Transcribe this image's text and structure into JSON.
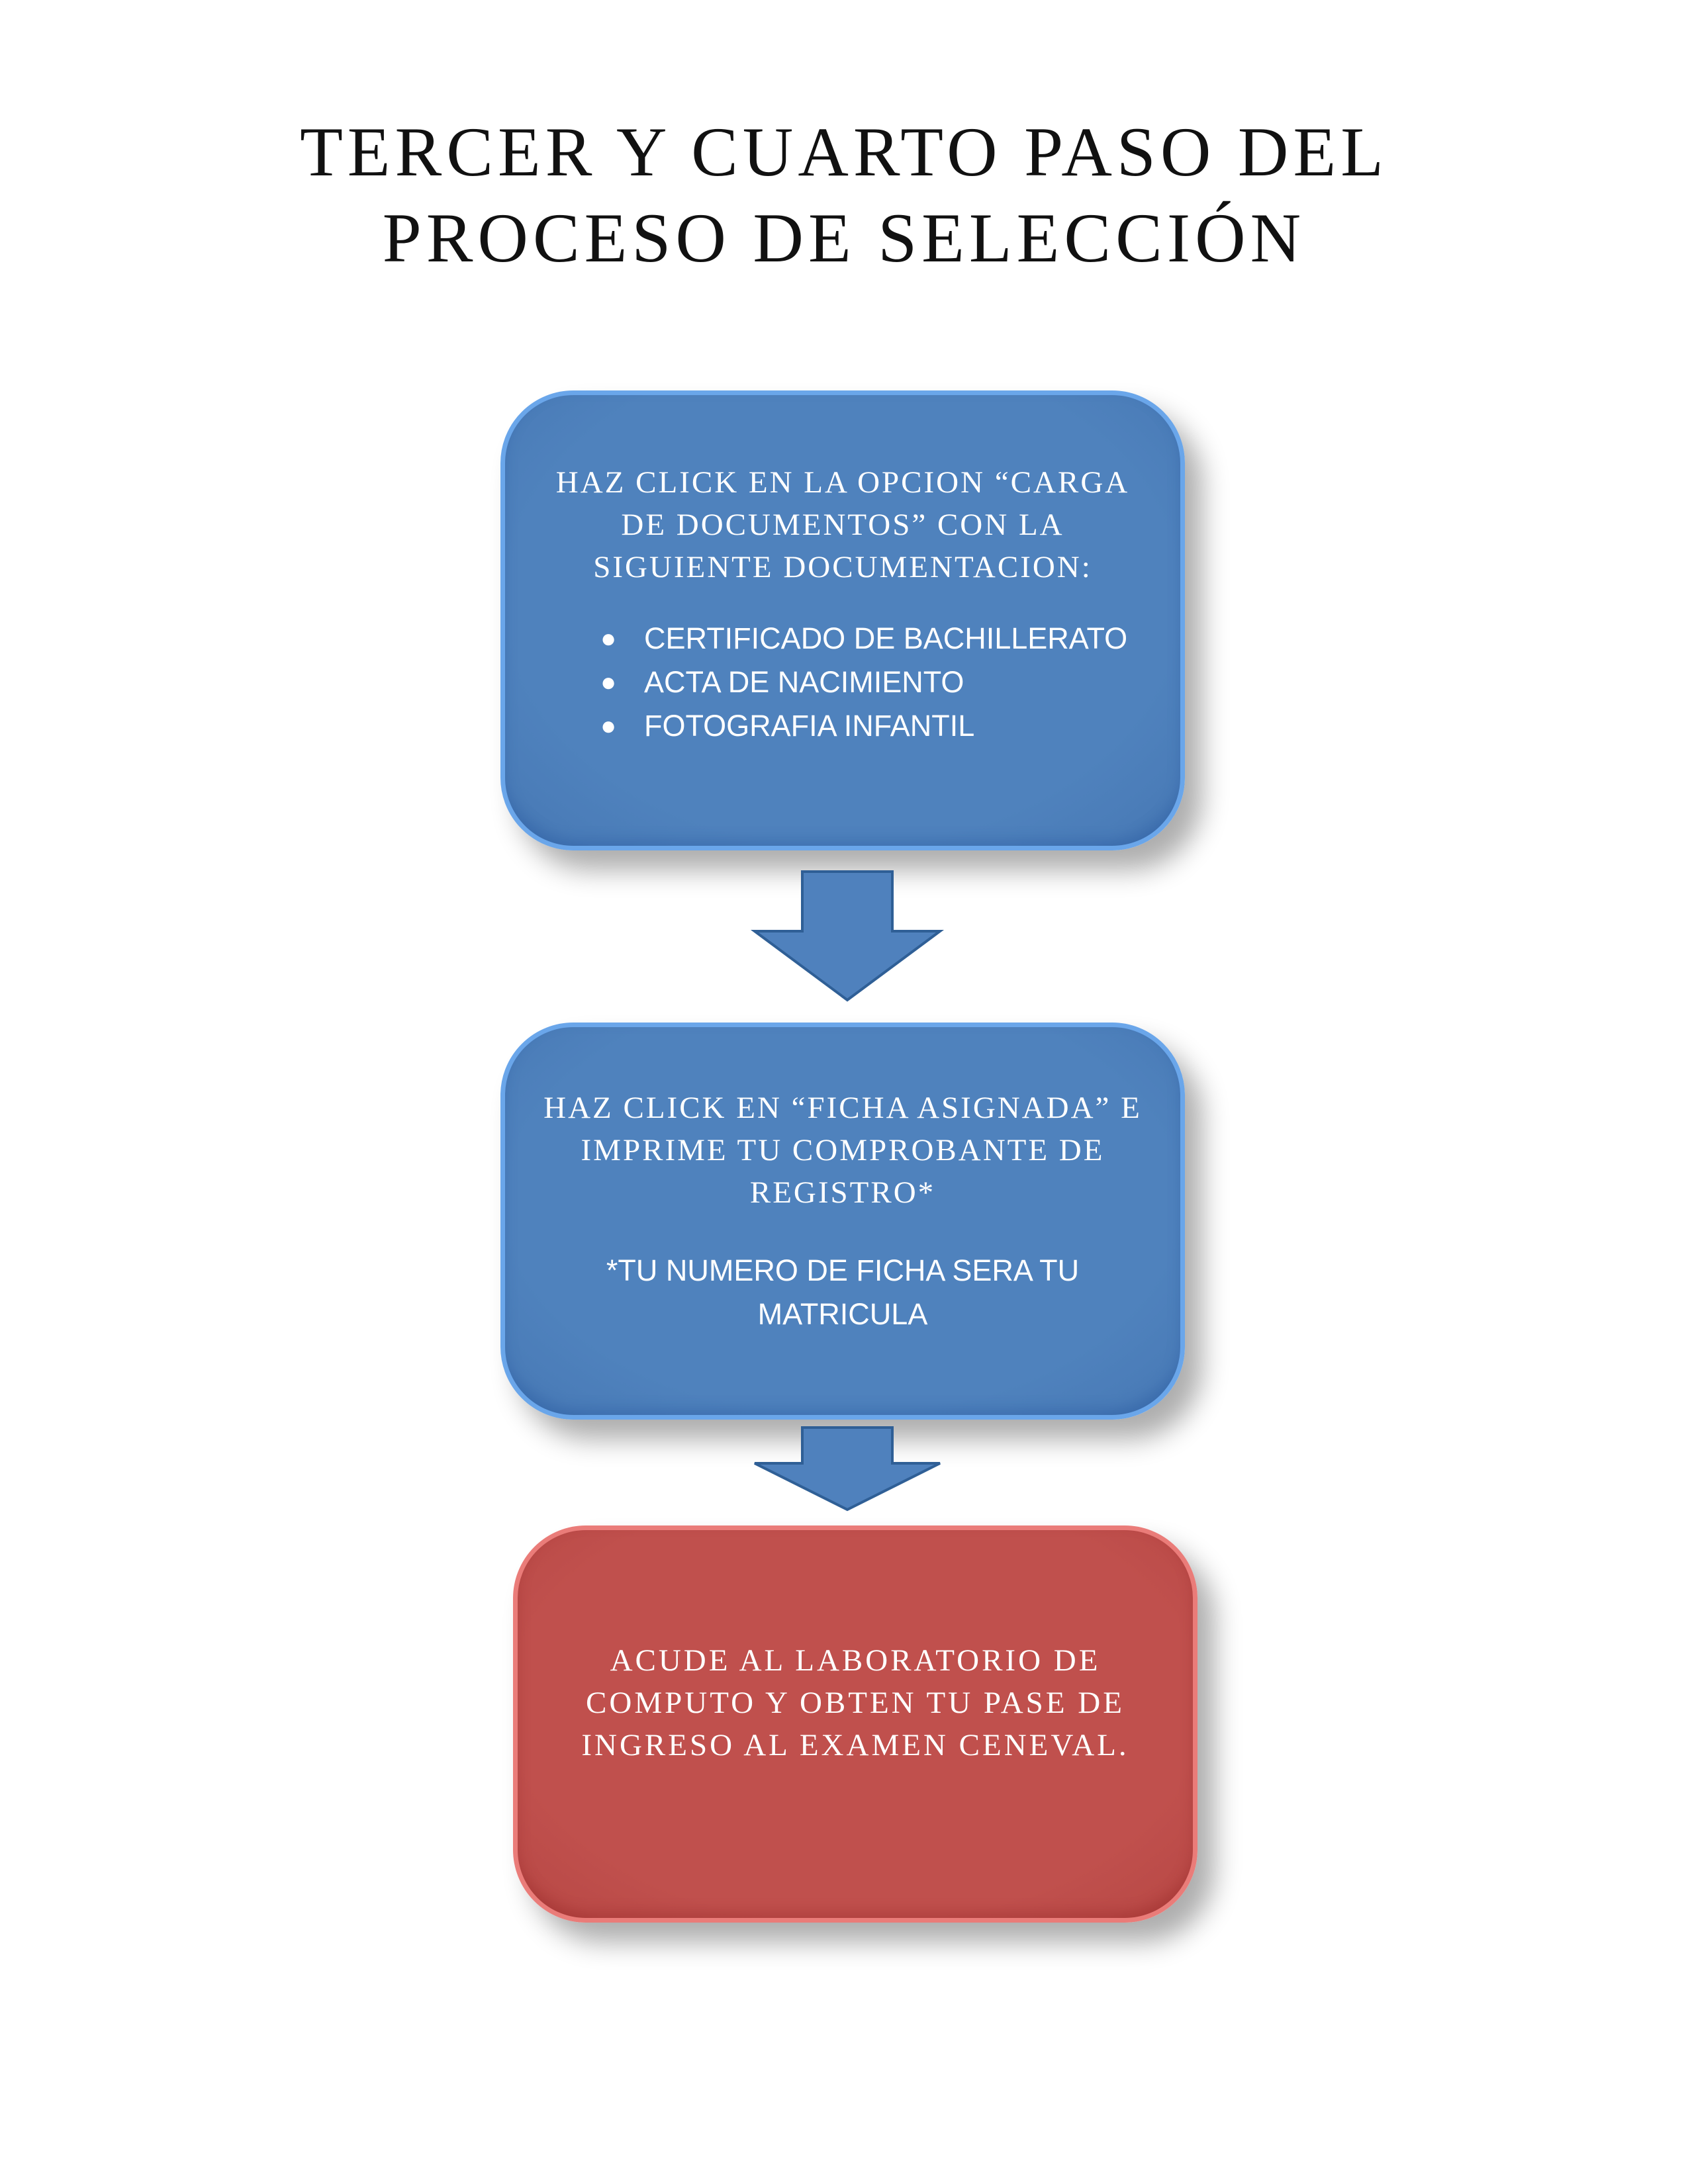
{
  "title": {
    "line1": "TERCER Y CUARTO PASO DEL",
    "line2": "PROCESO DE SELECCIÓN"
  },
  "step1": {
    "text": "HAZ CLICK EN LA OPCION “CARGA DE DOCUMENTOS” CON LA SIGUIENTE DOCUMENTACION:",
    "items": [
      "CERTIFICADO DE BACHILLERATO",
      "ACTA DE NACIMIENTO",
      "FOTOGRAFIA INFANTIL"
    ],
    "fill": "#4f82bd"
  },
  "step2": {
    "text": "HAZ CLICK EN “FICHA ASIGNADA” E IMPRIME TU COMPROBANTE DE REGISTRO*",
    "note": "*TU NUMERO DE FICHA SERA TU MATRICULA",
    "fill": "#4f82bd"
  },
  "step3": {
    "text": "ACUDE AL LABORATORIO DE COMPUTO Y OBTEN TU PASE DE INGRESO AL EXAMEN CENEVAL.",
    "fill": "#c0504d"
  },
  "arrow_color": "#4f81bd"
}
